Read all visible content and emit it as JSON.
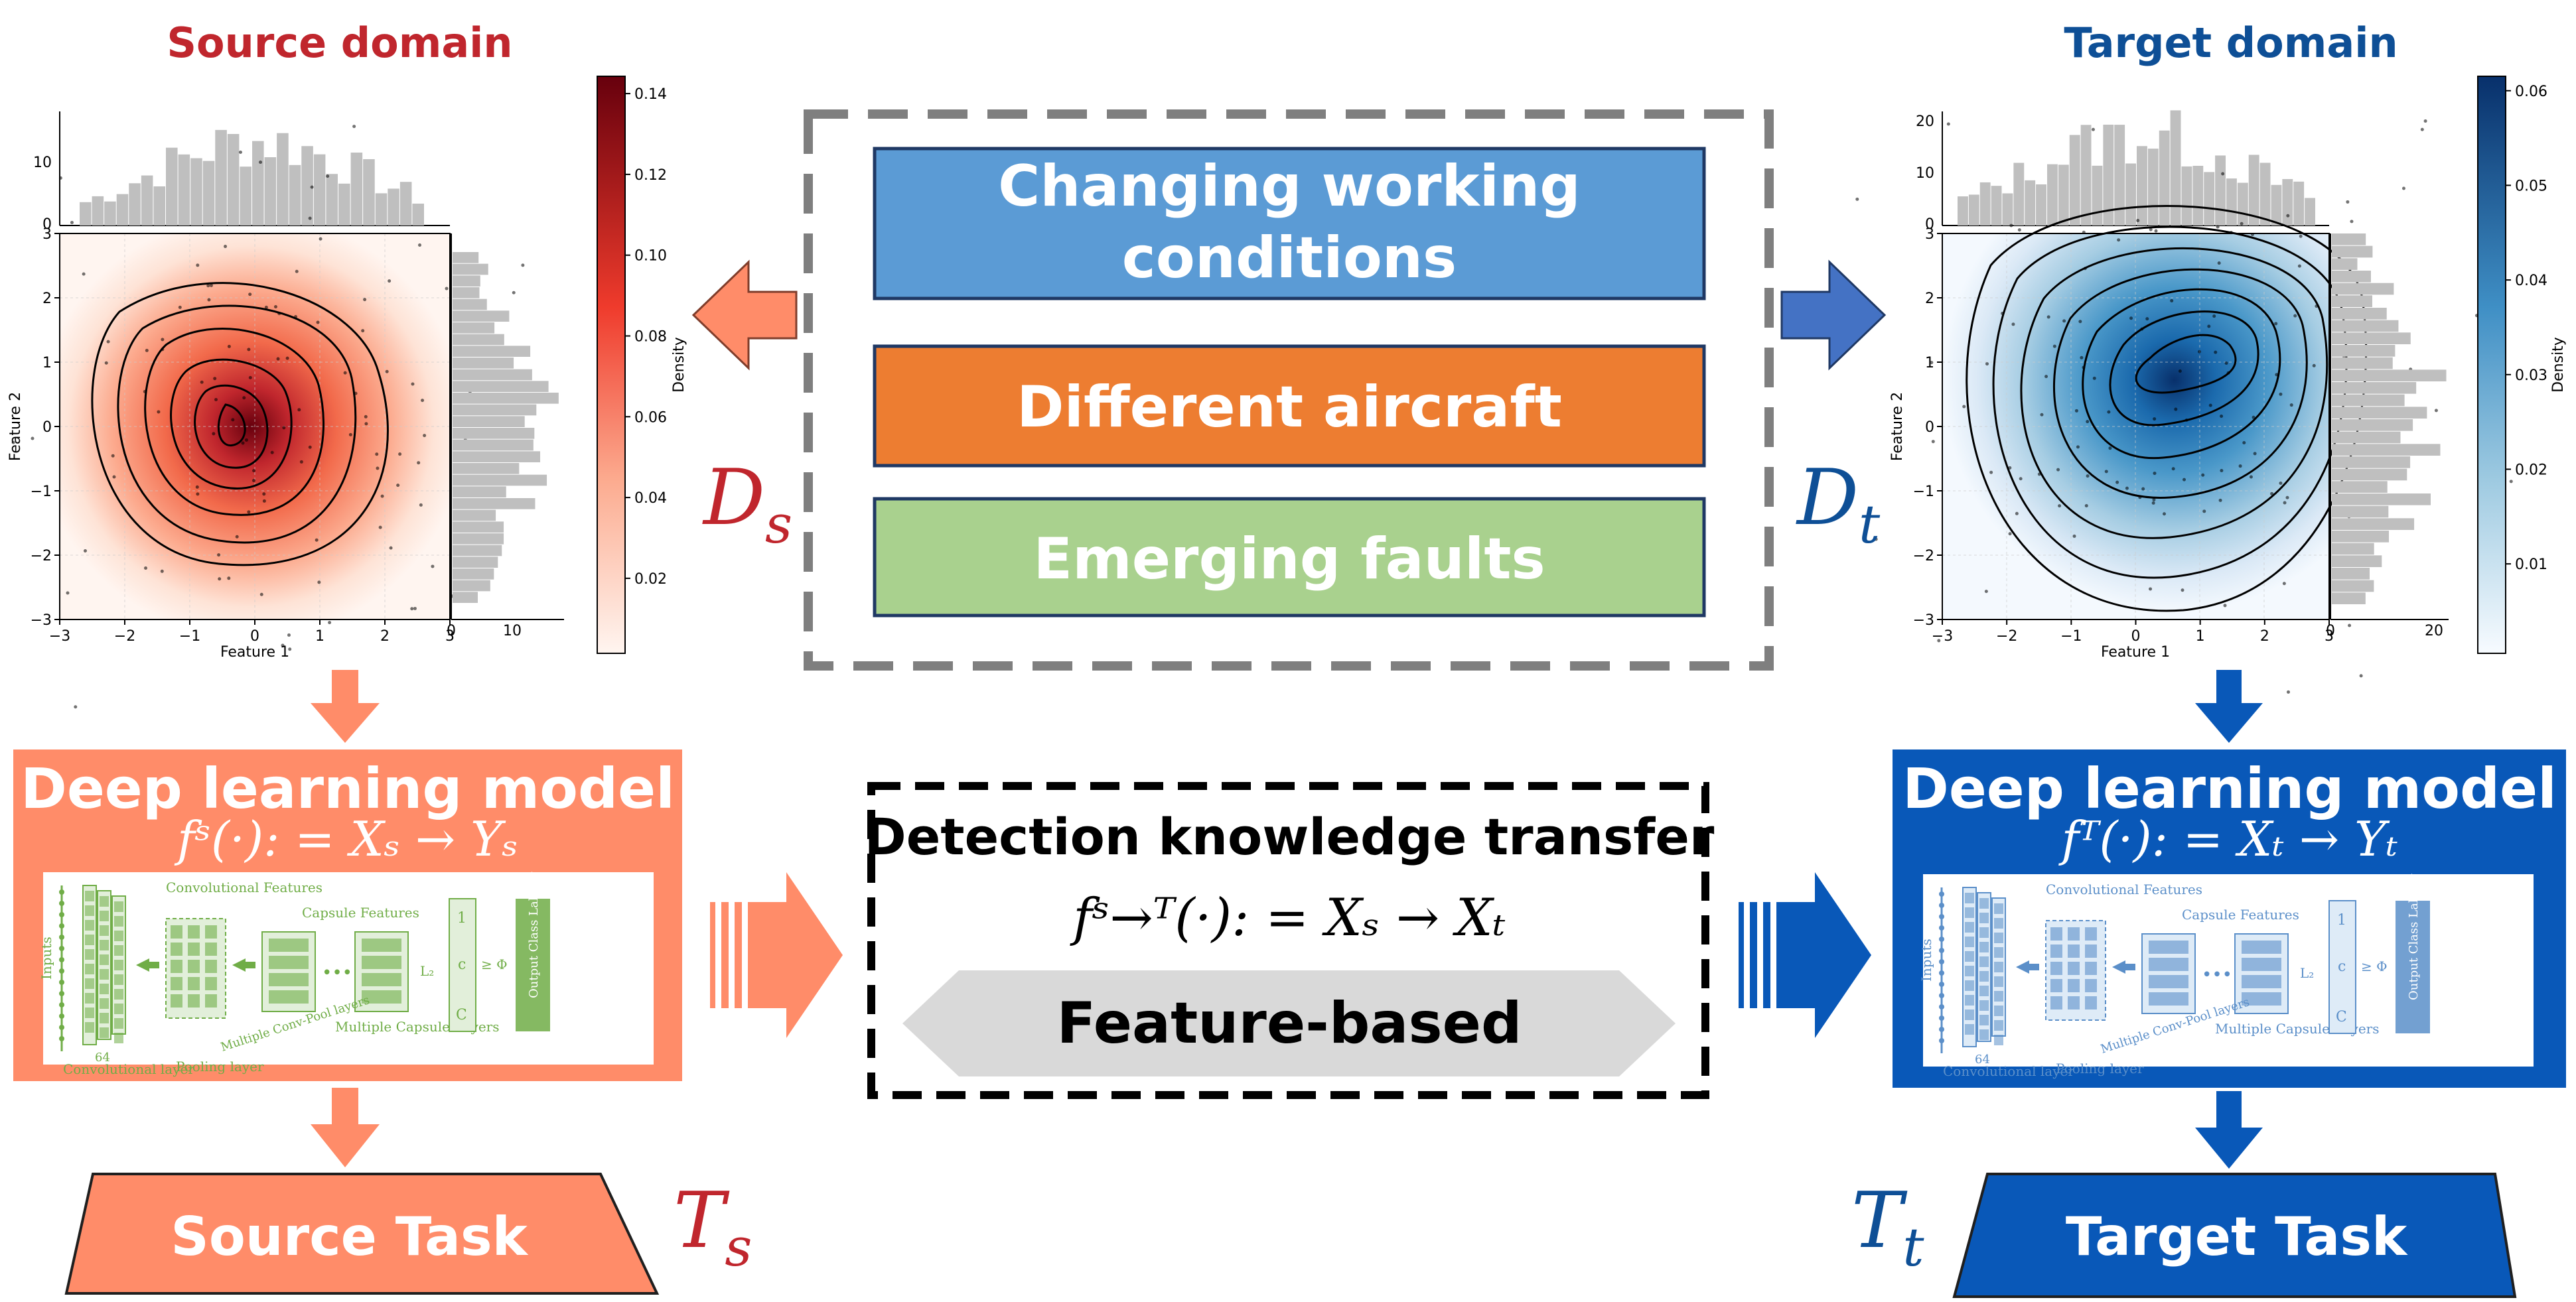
{
  "source_domain": {
    "title": "Source domain",
    "symbol": "D",
    "subscript": "s",
    "xlabel": "Feature 1",
    "ylabel": "Feature 2",
    "colorbar_label": "Density",
    "colorbar_ticks": [
      "0.02",
      "0.04",
      "0.06",
      "0.08",
      "0.10",
      "0.12",
      "0.14"
    ],
    "x_ticks": [
      "−3",
      "−2",
      "−1",
      "0",
      "1",
      "2",
      "3"
    ],
    "y_ticks": [
      "−3",
      "−2",
      "−1",
      "0",
      "1",
      "2",
      "3"
    ],
    "top_hist_ticks": [
      "0",
      "10"
    ],
    "right_hist_ticks": [
      "0",
      "10"
    ],
    "color": "#c0262d"
  },
  "target_domain": {
    "title": "Target domain",
    "symbol": "D",
    "subscript": "t",
    "xlabel": "Feature 1",
    "ylabel": "Feature 2",
    "colorbar_label": "Density",
    "colorbar_ticks": [
      "0.01",
      "0.02",
      "0.03",
      "0.04",
      "0.05",
      "0.06"
    ],
    "x_ticks": [
      "−3",
      "−2",
      "−1",
      "0",
      "1",
      "2",
      "3"
    ],
    "y_ticks": [
      "−3",
      "−2",
      "−1",
      "0",
      "1",
      "2",
      "3"
    ],
    "top_hist_ticks": [
      "0",
      "10",
      "20"
    ],
    "right_hist_ticks": [
      "0",
      "20"
    ],
    "color": "#0e4f96"
  },
  "factors": {
    "changing": "Changing working conditions",
    "changing_line1": "Changing working",
    "changing_line2": "conditions",
    "aircraft": "Different aircraft",
    "faults": "Emerging faults",
    "colors": {
      "changing": "#5b9bd5",
      "aircraft": "#ed7d31",
      "faults": "#a9d18e"
    }
  },
  "source_model": {
    "title": "Deep learning model",
    "formula": "fˢ(·): = Xₛ → Yₛ",
    "color": "#ff8c69"
  },
  "target_model": {
    "title": "Deep learning model",
    "formula": "fᵀ(·): = Xₜ → Yₜ",
    "color": "#0958b8"
  },
  "network": {
    "inputs": "Inputs",
    "conv_features": "Convolutional Features",
    "capsule_features": "Capsule Features",
    "conv_layer": "Convolutional layer",
    "pooling_layer": "Pooling layer",
    "multi_conv_pool": "Multiple Conv-Pool layers",
    "multi_capsule": "Multiple Capsule Layers",
    "output": "Output Class Label y",
    "width_label": "64",
    "l2": "L₂",
    "phi": "≥ Φ",
    "c": "c",
    "one": "1",
    "big_c": "C"
  },
  "transfer": {
    "title": "Detection knowledge transfer",
    "formula": "fˢ→ᵀ(·): = Xₛ → Xₜ",
    "method": "Feature-based"
  },
  "source_task": {
    "label": "Source Task",
    "symbol": "T",
    "subscript": "s"
  },
  "target_task": {
    "label": "Target Task",
    "symbol": "T",
    "subscript": "t"
  }
}
